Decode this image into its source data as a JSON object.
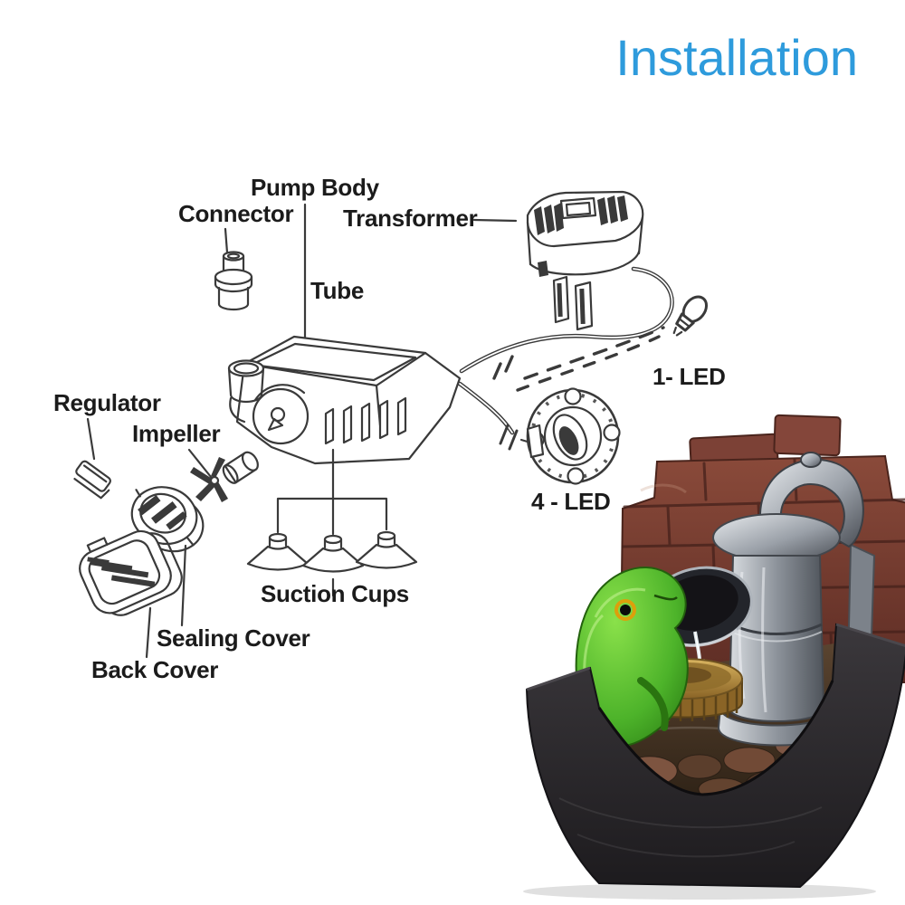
{
  "title": {
    "text": "Installation"
  },
  "colors": {
    "title_blue": "#2E9BDC",
    "line_art": "#3a3a3a",
    "label_text": "#1b1b1b",
    "brick_red": "#7a4036",
    "pump_silver": "#aeb4bb",
    "frog_green": "#4db32a",
    "frog_eye_yellow": "#dd9f0b",
    "barrel_gold": "#b98f45",
    "basin_black": "#2b292c",
    "stone_brown": "#6f4937"
  },
  "diagram": {
    "labels": {
      "pump_body": "Pump Body",
      "connector": "Connector",
      "transformer": "Transformer",
      "tube": "Tube",
      "regulator": "Regulator",
      "impeller": "Impeller",
      "led1": "1- LED",
      "led4": "4 - LED",
      "suction_cups": "Suction Cups",
      "sealing_cover": "Sealing Cover",
      "back_cover": "Back Cover"
    }
  },
  "figure": {
    "name": "frog-and-hand-pump-tabletop-fountain-photo"
  }
}
